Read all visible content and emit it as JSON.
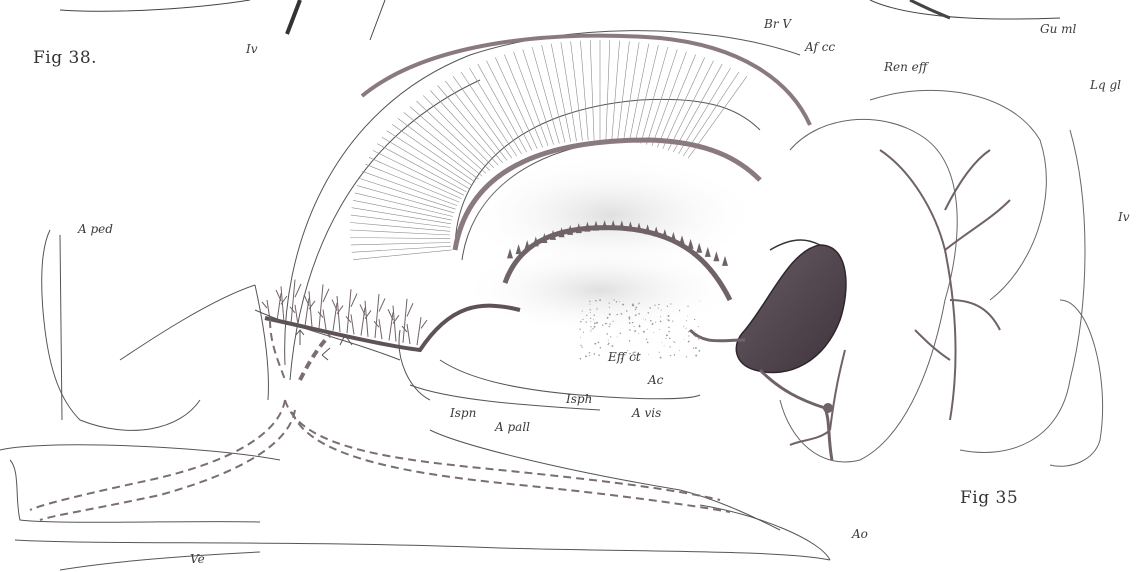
{
  "figures": {
    "fig38": "Fig 38.",
    "fig35": "Fig 35"
  },
  "labels": {
    "br_v": "Br V",
    "af_cc": "Af cc",
    "ren_eff": "Ren eff",
    "lq_gl": "Lq gl",
    "gu_ml": "Gu ml",
    "iv": "Iv",
    "iv_right": "Iv",
    "a_ped": "A ped",
    "eff_ct": "Eff ct",
    "ac": "Ac",
    "isph": "Isph",
    "a_vis": "A vis",
    "ispn": "Ispn",
    "a_pall": "A pall",
    "ao": "Ao",
    "ve": "Ve"
  },
  "colors": {
    "vessel": "#8a7a7e",
    "vessel_dark": "#5a4f55",
    "heart": "#4a3f47",
    "wash": "#e4e4e4",
    "ink": "#3a3a3a"
  }
}
